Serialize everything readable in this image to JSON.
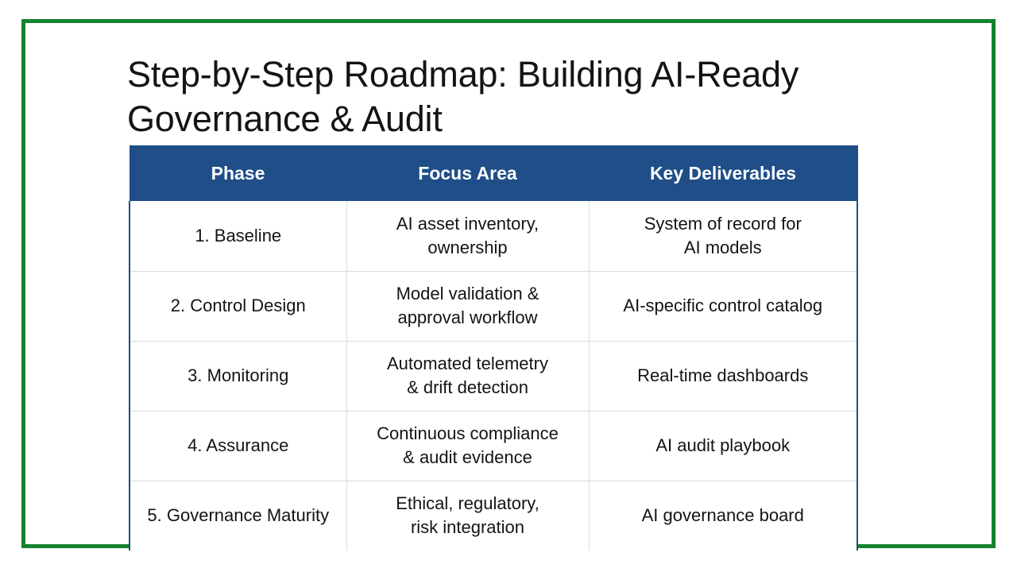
{
  "slide": {
    "title": "Step-by-Step Roadmap: Building AI-Ready\nGovernance & Audit",
    "frame_color": "#13832f",
    "accent_color": "#1f4e88",
    "background_color": "#ffffff",
    "text_color": "#141414"
  },
  "table": {
    "columns": [
      {
        "header": "Phase"
      },
      {
        "header": "Focus Area"
      },
      {
        "header": "Key Deliverables"
      }
    ],
    "rows": [
      {
        "phase": "1. Baseline",
        "focus": "AI asset inventory,\nownership",
        "deliverable": "System of record for\nAI models"
      },
      {
        "phase": "2. Control Design",
        "focus": "Model validation &\napproval workflow",
        "deliverable": "AI-specific control catalog"
      },
      {
        "phase": "3. Monitoring",
        "focus": "Automated telemetry\n& drift detection",
        "deliverable": "Real-time dashboards"
      },
      {
        "phase": "4. Assurance",
        "focus": "Continuous compliance\n& audit evidence",
        "deliverable": "AI audit playbook"
      },
      {
        "phase": "5. Governance Maturity",
        "focus": "Ethical, regulatory,\nrisk integration",
        "deliverable": "AI governance board"
      }
    ]
  }
}
